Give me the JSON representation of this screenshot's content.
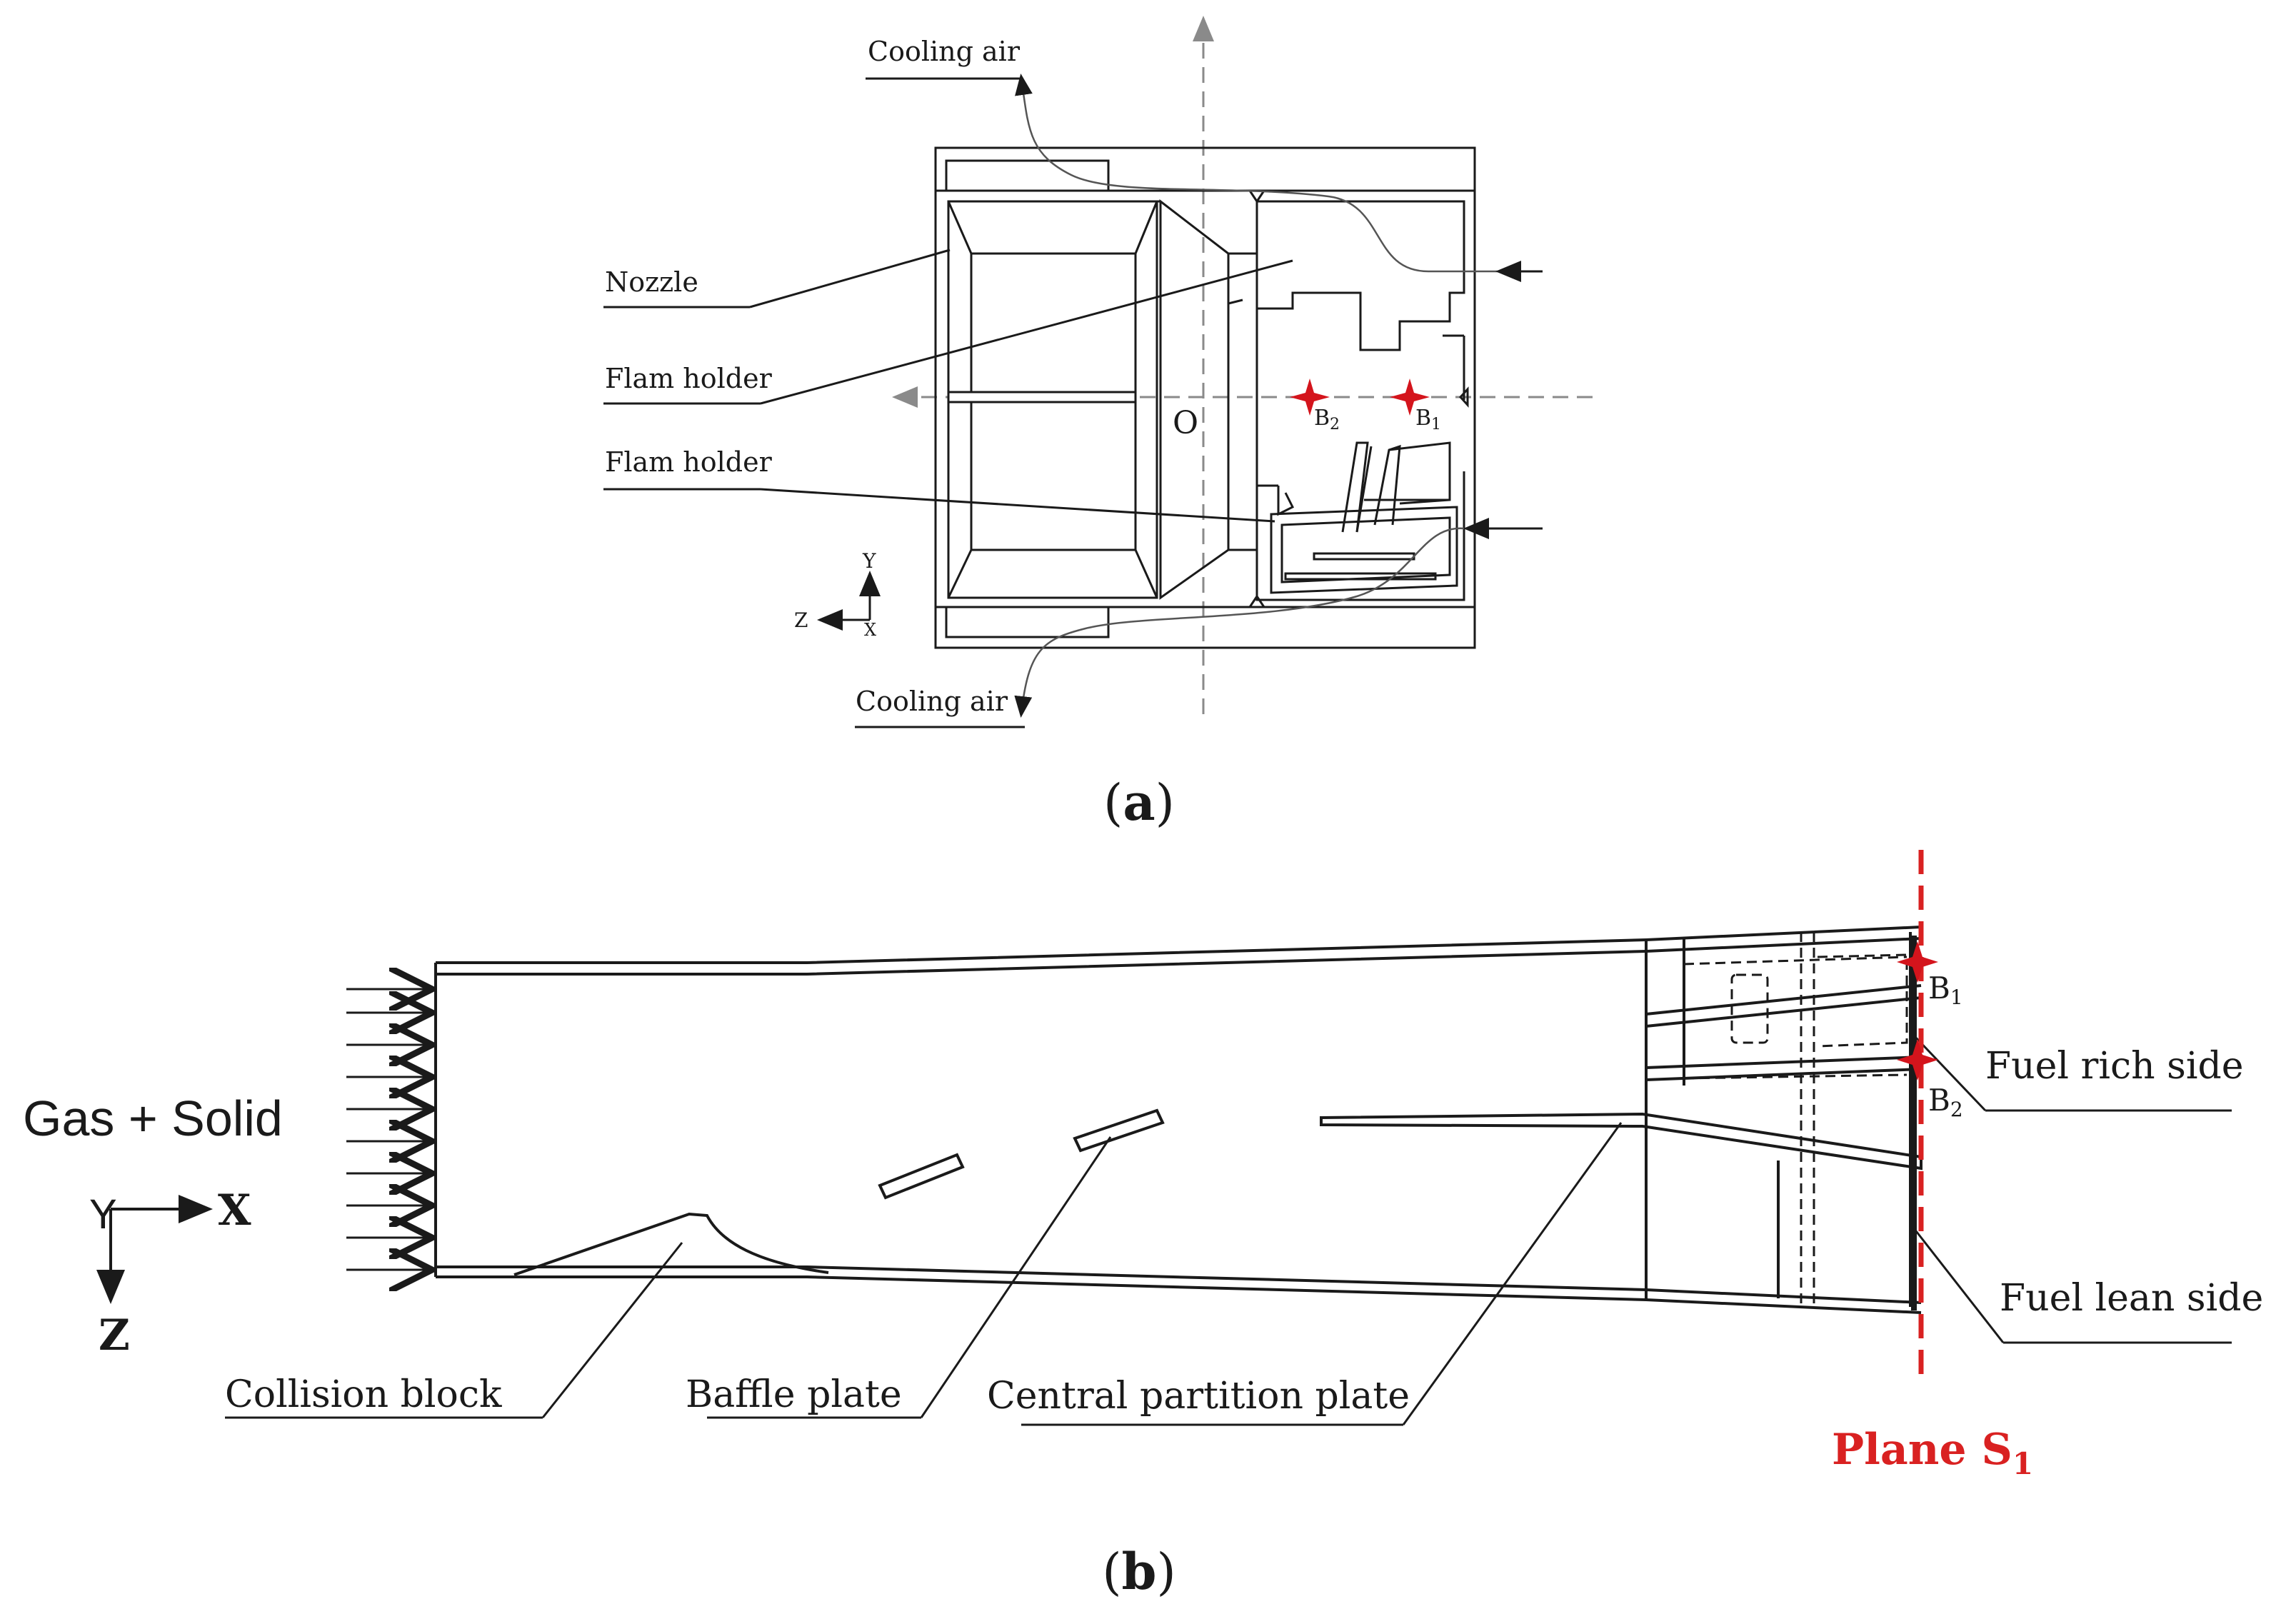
{
  "figure_a": {
    "caption_letter": "a",
    "labels": {
      "cooling_air_top": "Cooling air",
      "cooling_air_bottom": "Cooling air",
      "nozzle": "Nozzle",
      "flam_holder_1": "Flam holder",
      "flam_holder_2": "Flam holder",
      "origin": "O",
      "point_b2": "B",
      "point_b2_sub": "2",
      "point_b1": "B",
      "point_b1_sub": "1",
      "axis_y": "Y",
      "axis_z": "Z",
      "axis_x": "X"
    }
  },
  "figure_b": {
    "caption_letter": "b",
    "labels": {
      "inlet": "Gas + Solid",
      "axis_x": "X",
      "axis_y": "Y",
      "axis_z": "Z",
      "collision_block": "Collision block",
      "baffle_plate": "Baffle plate",
      "central_partition_plate": "Central partition plate",
      "fuel_rich_side": "Fuel rich side",
      "fuel_lean_side": "Fuel lean side",
      "point_b1": "B",
      "point_b1_sub": "1",
      "point_b2": "B",
      "point_b2_sub": "2",
      "plane": "Plane S",
      "plane_sub": "1"
    }
  },
  "colors": {
    "line": "#1a1a1a",
    "marker_red": "#d4141c",
    "plane_red": "#d92121",
    "dashed_gray": "#8a8a8a"
  }
}
